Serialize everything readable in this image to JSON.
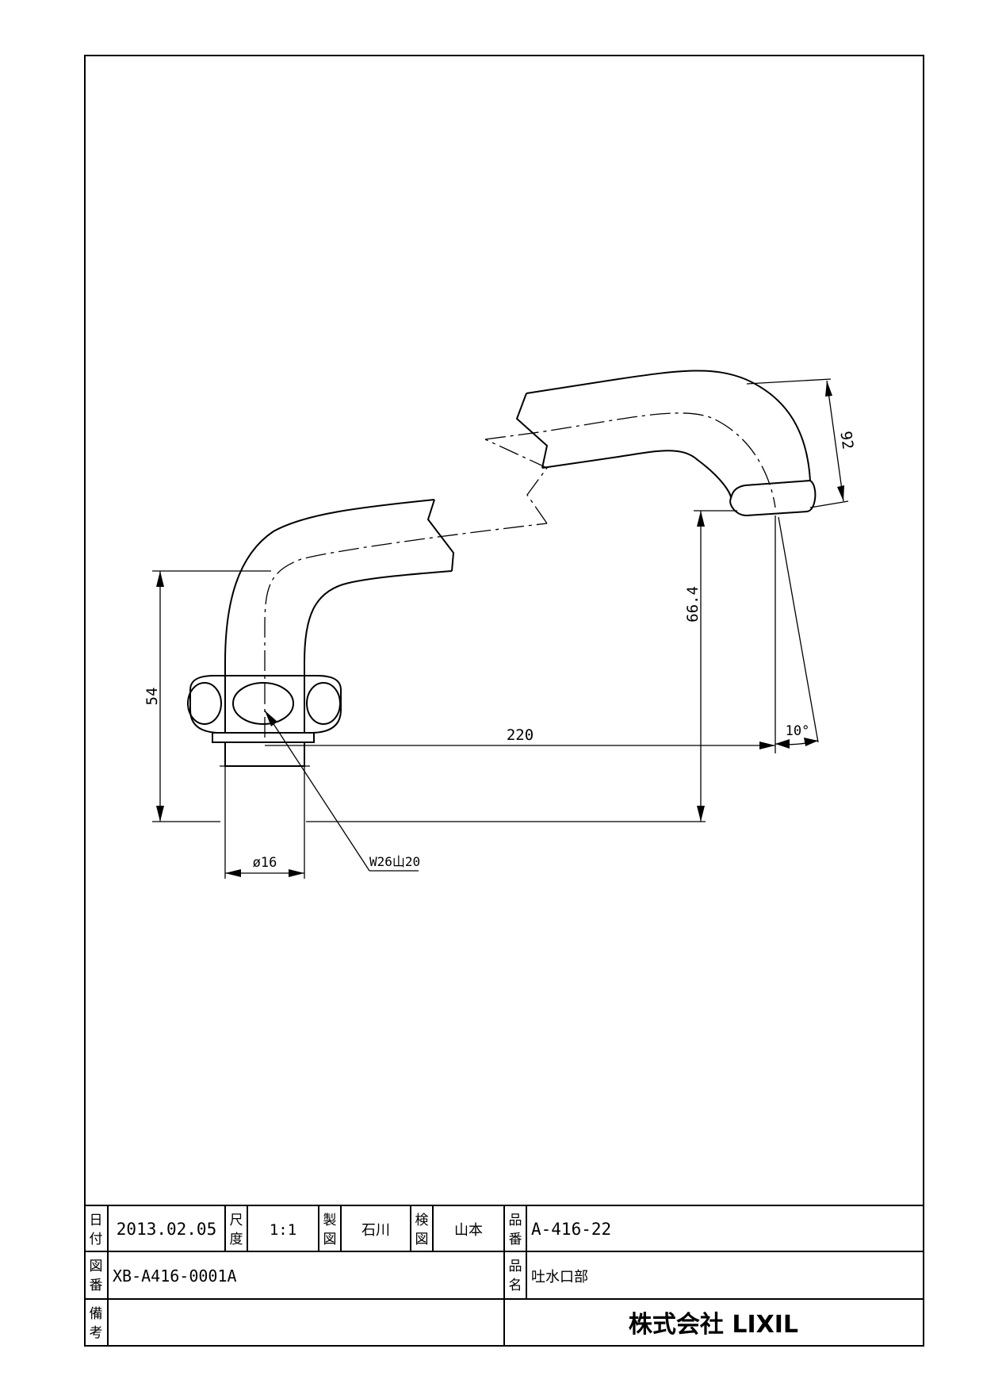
{
  "drawing": {
    "dimensions": {
      "dim_54": "54",
      "dim_66_4": "66.4",
      "dim_220": "220",
      "dim_92": "92",
      "dim_10deg": "10°",
      "dim_phi16": "ø16",
      "thread": "W26山20"
    }
  },
  "title_block": {
    "date_label_1": "日",
    "date_label_2": "付",
    "date_value": "2013.02.05",
    "scale_label_1": "尺",
    "scale_label_2": "度",
    "scale_value": "1:1",
    "drawn_label_1": "製",
    "drawn_label_2": "図",
    "drawn_value": "石川",
    "checked_label_1": "検",
    "checked_label_2": "図",
    "checked_value": "山本",
    "part_no_label_1": "品",
    "part_no_label_2": "番",
    "part_no_value": "A-416-22",
    "drawing_no_label_1": "図",
    "drawing_no_label_2": "番",
    "drawing_no_value": "XB-A416-0001A",
    "part_name_label_1": "品",
    "part_name_label_2": "名",
    "part_name_value": "吐水口部",
    "remarks_label_1": "備",
    "remarks_label_2": "考",
    "company": "株式会社 LIXIL"
  }
}
